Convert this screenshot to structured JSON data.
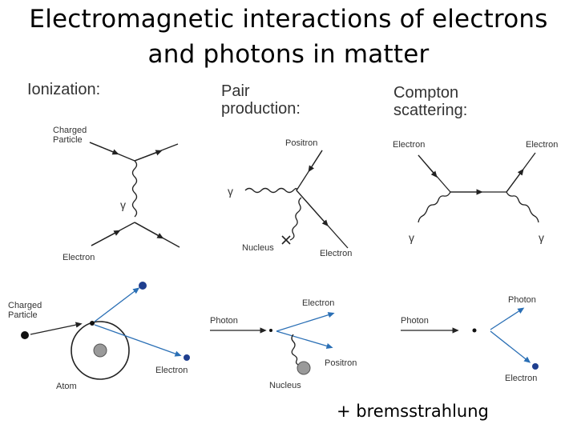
{
  "title": {
    "line1": "Electromagnetic interactions of electrons",
    "line2": "and photons in matter"
  },
  "sections": {
    "ionization": {
      "heading": "Ionization:",
      "charged_particle": [
        "Charged",
        "Particle"
      ],
      "gamma": "γ",
      "electron": "Electron"
    },
    "pair": {
      "heading": [
        "Pair",
        "production:"
      ],
      "positron": "Positron",
      "gamma": "γ",
      "nucleus": "Nucleus",
      "electron": "Electron"
    },
    "compton": {
      "heading": [
        "Compton",
        "scattering:"
      ],
      "electron_in": "Electron",
      "electron_out": "Electron",
      "gamma_left": "γ",
      "gamma_right": "γ"
    }
  },
  "bottom": {
    "ionization": {
      "charged_particle": [
        "Charged",
        "Particle"
      ],
      "electron": "Electron",
      "atom": "Atom"
    },
    "pair": {
      "photon": "Photon",
      "electron": "Electron",
      "positron": "Positron",
      "nucleus": "Nucleus"
    },
    "compton": {
      "photon_in": "Photon",
      "photon_out": "Photon",
      "electron": "Electron"
    }
  },
  "colors": {
    "arrow_blue": "#2a6fb5",
    "dot_blue": "#1f3f8f",
    "nucleus_gray": "#9a9a9a"
  },
  "footer": "+ bremsstrahlung"
}
